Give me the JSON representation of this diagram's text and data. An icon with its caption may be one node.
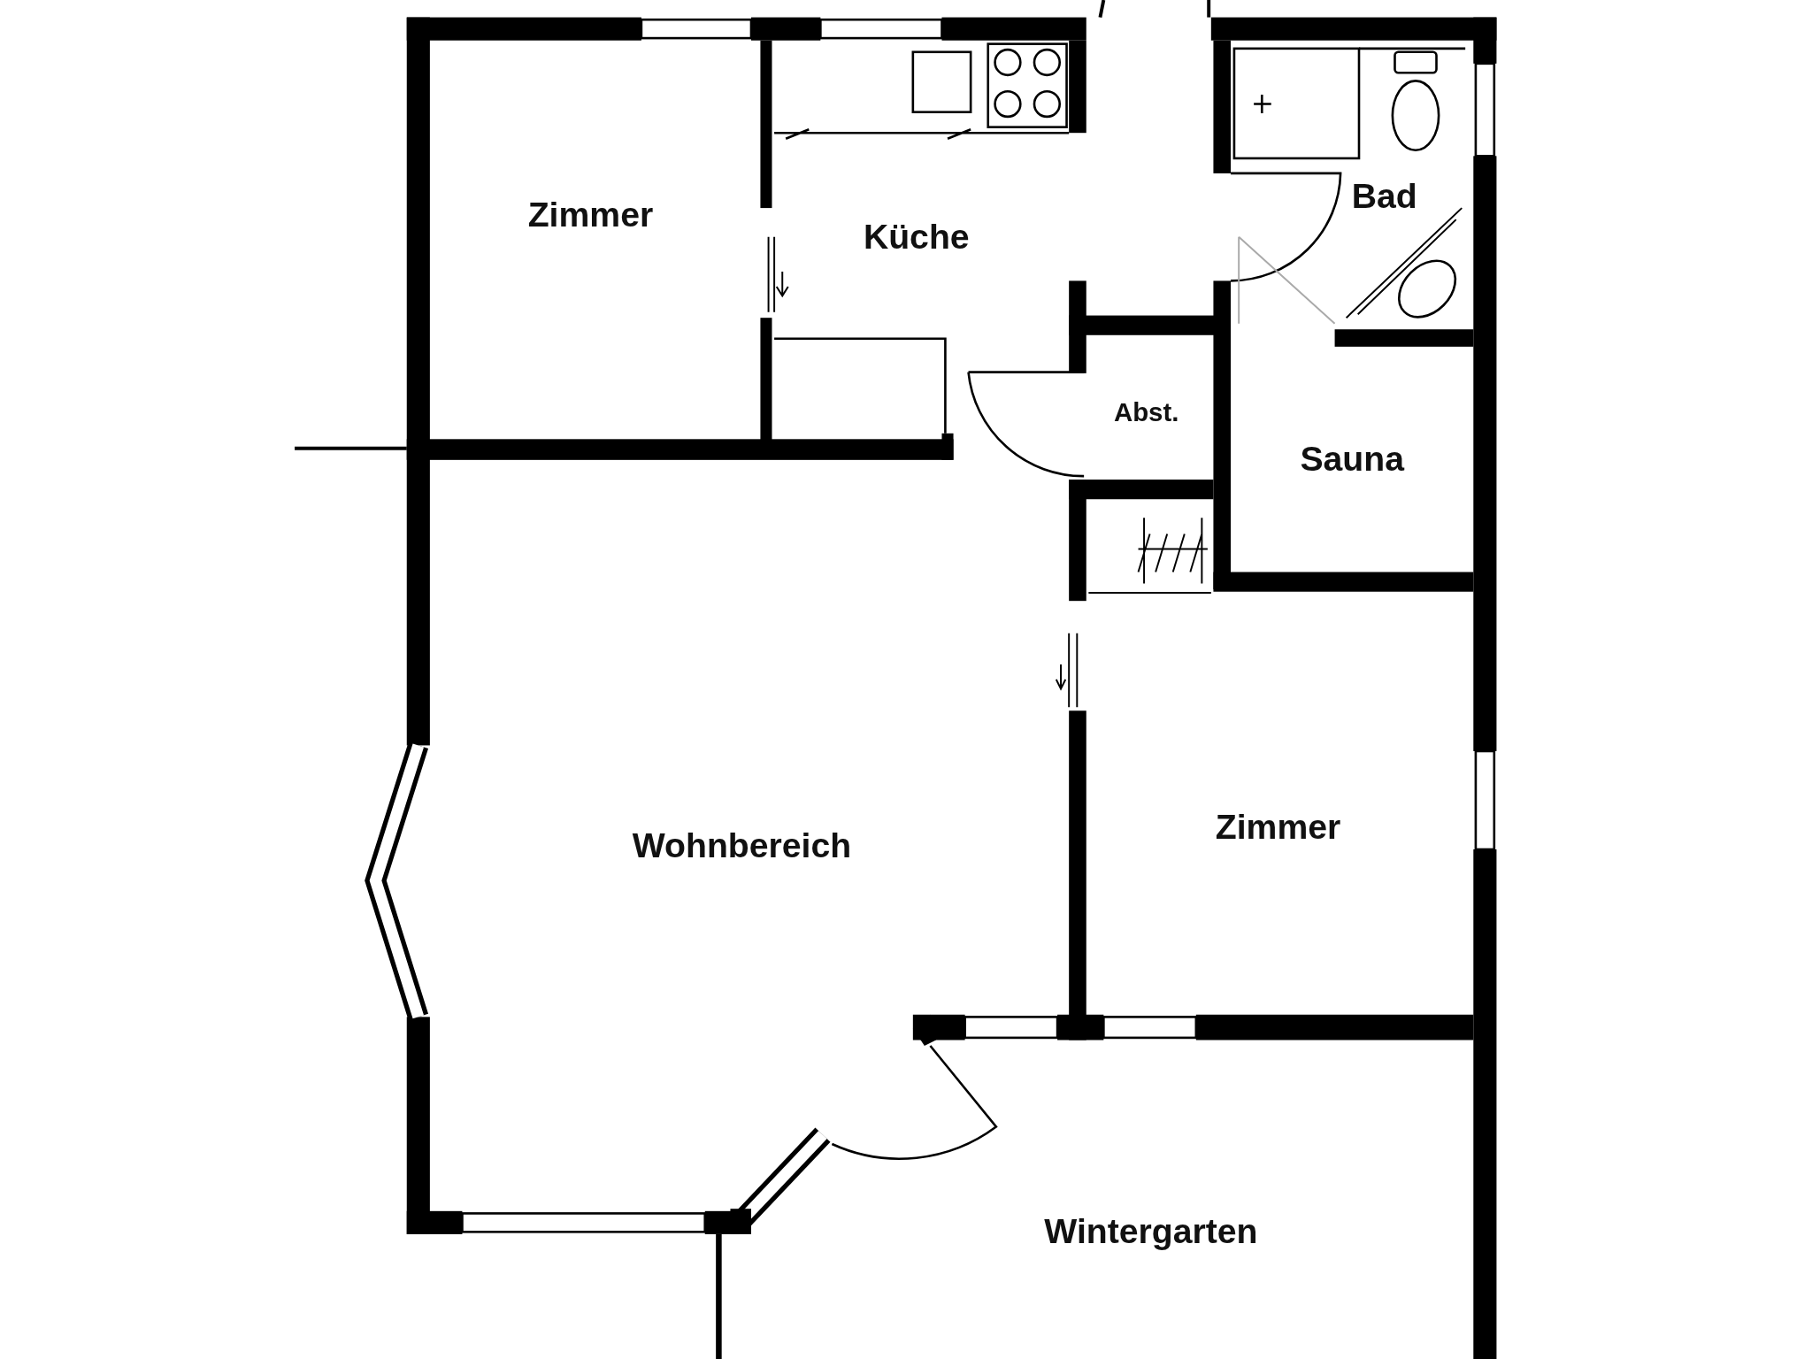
{
  "diagram": {
    "labels": [
      "Zimmer",
      "Küche",
      "Bad",
      "Abst.",
      "Sauna",
      "Wohnbereich",
      "Zimmer",
      "Wintergarten"
    ]
  }
}
